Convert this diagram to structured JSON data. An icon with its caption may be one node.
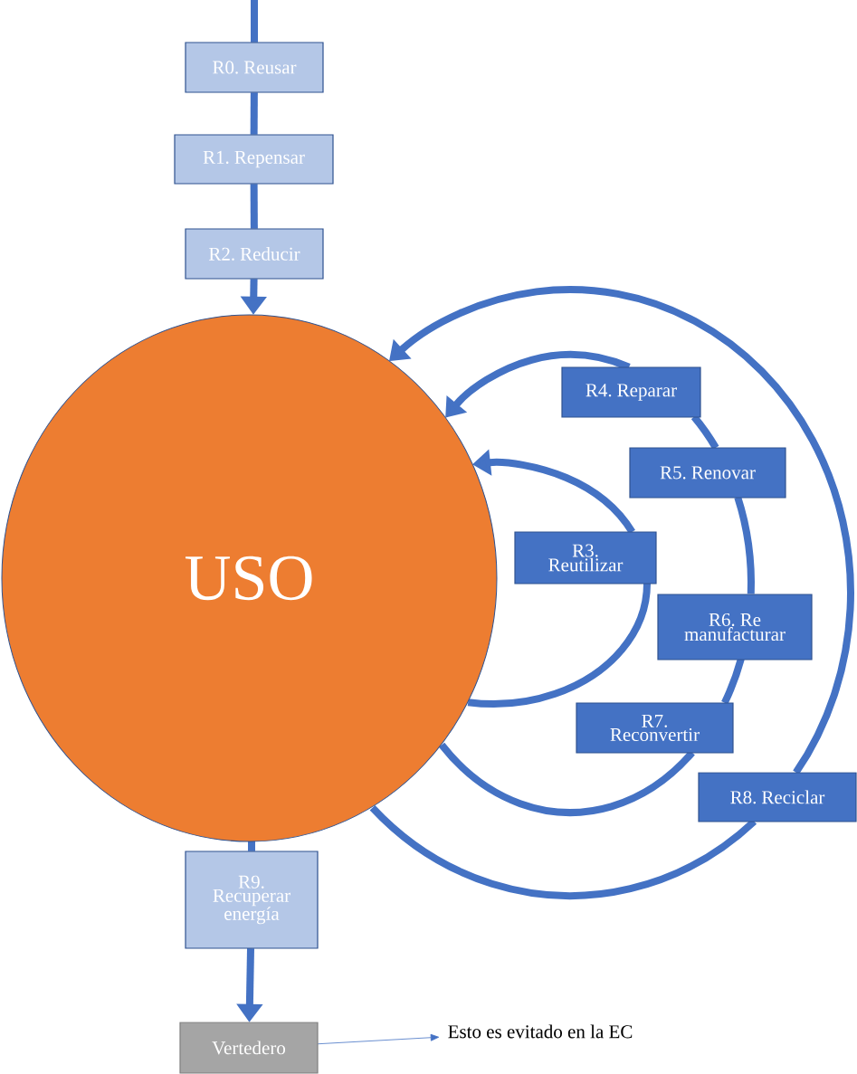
{
  "diagram": {
    "nodes": [
      {
        "text": [
          "R0. Reusar"
        ]
      },
      {
        "text": [
          "R1. Repensar"
        ]
      },
      {
        "text": [
          "R2. Reducir"
        ]
      },
      {
        "text": [
          "USO"
        ]
      },
      {
        "text": [
          "R4. Reparar"
        ]
      },
      {
        "text": [
          "R5. Renovar"
        ]
      },
      {
        "text": [
          "R3. Reutilizar"
        ]
      },
      {
        "text": [
          "R6. Re manufacturar"
        ]
      },
      {
        "text": [
          "R7. Reconvertir"
        ]
      },
      {
        "text": [
          "R8. Reciclar"
        ]
      },
      {
        "text": [
          "R9. Recuperar energía"
        ]
      },
      {
        "text": [
          "Vertedero"
        ]
      },
      {
        "text": [
          "Esto es evitado en la EC"
        ]
      }
    ],
    "edges": [
      {
        "from": null,
        "to": 0,
        "arrow": "none"
      },
      {
        "from": 0,
        "to": 1,
        "arrow": "none"
      },
      {
        "from": 1,
        "to": 2,
        "arrow": "none"
      },
      {
        "from": 2,
        "to": 3,
        "arrow": "to"
      },
      {
        "from": 3,
        "to": 6,
        "arrow": "none"
      },
      {
        "from": 6,
        "to": 3,
        "arrow": "to"
      },
      {
        "from": 3,
        "to": 8,
        "arrow": "none"
      },
      {
        "from": 8,
        "to": 7,
        "arrow": "none"
      },
      {
        "from": 7,
        "to": 5,
        "arrow": "none"
      },
      {
        "from": 5,
        "to": 4,
        "arrow": "none"
      },
      {
        "from": 4,
        "to": 3,
        "arrow": "to"
      },
      {
        "from": 3,
        "to": 9,
        "arrow": "none"
      },
      {
        "from": 9,
        "to": 3,
        "arrow": "to"
      },
      {
        "from": 3,
        "to": 10,
        "arrow": "none"
      },
      {
        "from": 10,
        "to": 11,
        "arrow": "to"
      },
      {
        "from": 11,
        "to": 12,
        "arrow": "to"
      }
    ]
  }
}
